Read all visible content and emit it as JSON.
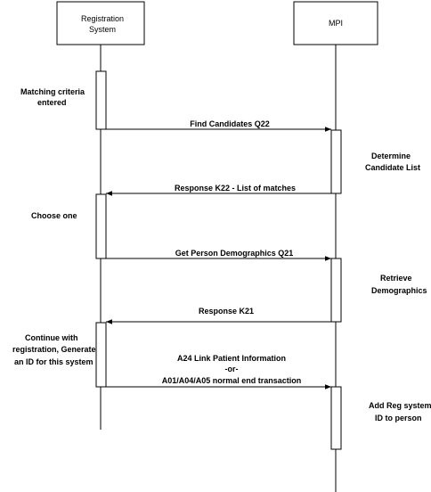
{
  "participants": {
    "registration_system": {
      "line1": "Registration",
      "line2": "System"
    },
    "mpi": {
      "label": "MPI"
    }
  },
  "notes": {
    "matching": {
      "line1": "Matching criteria",
      "line2": "entered"
    },
    "determine": {
      "line1": "Determine",
      "line2": "Candidate List"
    },
    "choose": {
      "line1": "Choose one"
    },
    "retrieve": {
      "line1": "Retrieve",
      "line2": "Demographics"
    },
    "continue": {
      "line1": "Continue with",
      "line2": "registration, Generate",
      "line3": "an ID for this system"
    },
    "add_reg": {
      "line1": "Add Reg system",
      "line2": "ID to person"
    }
  },
  "messages": {
    "find_candidates": "Find Candidates Q22",
    "response_k22": "Response K22 - List of matches",
    "get_person": "Get Person Demographics Q21",
    "response_k21": "Response K21",
    "a24": {
      "line1": "A24 Link Patient Information",
      "line2": "-or-",
      "line3": "A01/A04/A05 normal end transaction"
    }
  }
}
